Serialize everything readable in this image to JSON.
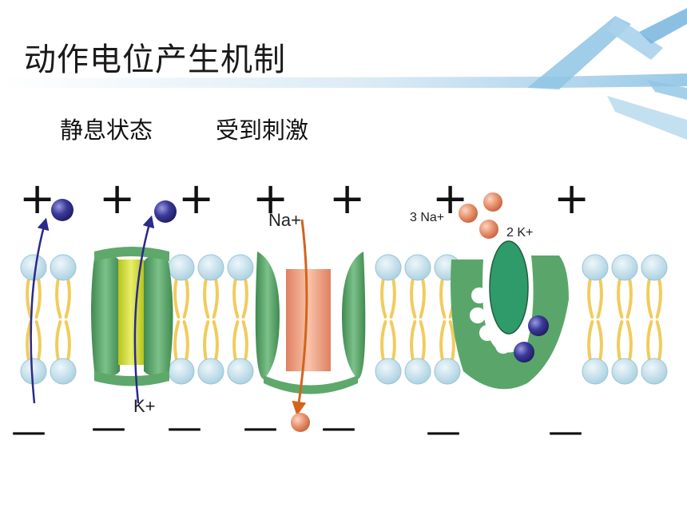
{
  "title": "动作电位产生机制",
  "subheadings": {
    "resting": "静息状态",
    "stimulated": "受到刺激"
  },
  "ion_labels": {
    "potassium": "K+",
    "sodium": "Na+",
    "pump_sodium": "3 Na+",
    "pump_potassium": "2 K+"
  },
  "charge_signs": {
    "positive": "+",
    "negative": "—"
  },
  "colors": {
    "potassium_ion": "#3b3a9a",
    "sodium_ion": "#e8906c",
    "channel_protein": "#4c9a5c",
    "k_channel_core": "#c9d62a",
    "na_channel_core": "#f0a07e",
    "pump_core": "#2f9a6a",
    "phospholipid_head": "#bfdde8",
    "lipid_tail": "#f1cc5c",
    "potassium_arrow": "#2a2a8a",
    "sodium_arrow": "#d2641c",
    "deco_ribbon": "#8fc4e4"
  }
}
